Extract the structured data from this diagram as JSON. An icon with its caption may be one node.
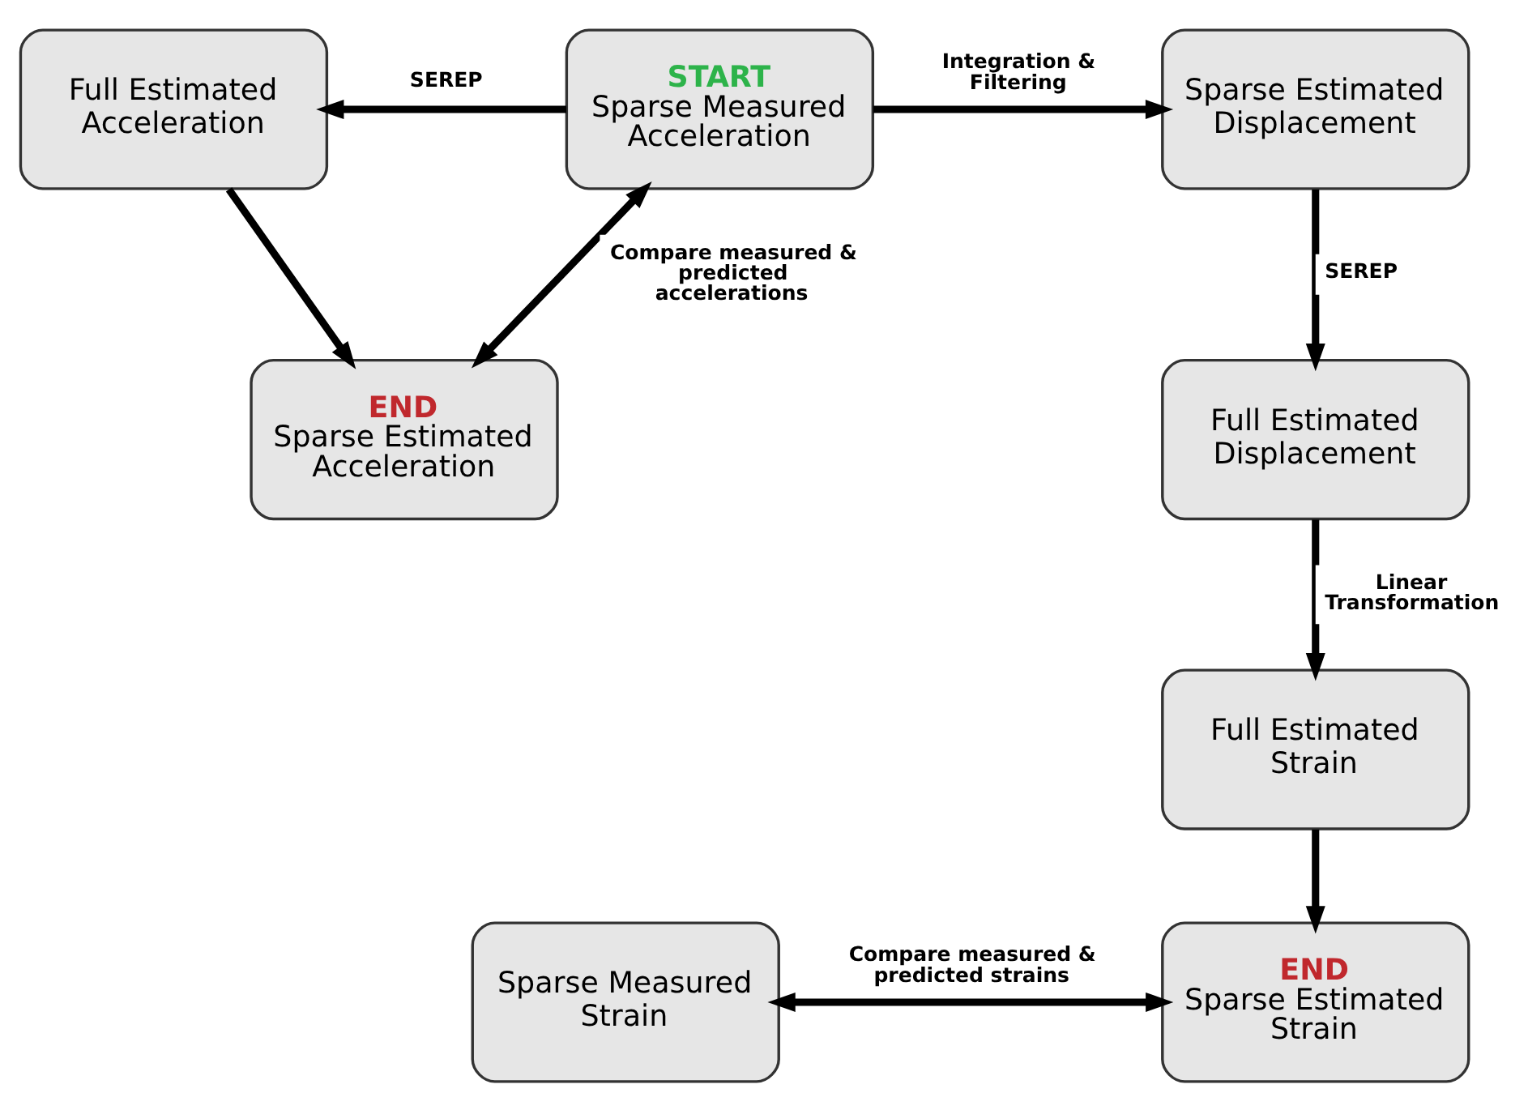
{
  "diagram": {
    "nodes": [
      {
        "text": [
          "Full Estimated Acceleration"
        ]
      },
      {
        "text": [
          "START",
          "Sparse Measured Acceleration"
        ]
      },
      {
        "text": [
          "Sparse Estimated Displacement"
        ]
      },
      {
        "text": [
          "END",
          "Sparse Estimated Acceleration"
        ]
      },
      {
        "text": [
          "Full Estimated Displacement"
        ]
      },
      {
        "text": [
          "Full Estimated Strain"
        ]
      },
      {
        "text": [
          "Sparse Measured Strain"
        ]
      },
      {
        "text": [
          "END",
          "Sparse Estimated Strain"
        ]
      }
    ],
    "edges": [
      {
        "from": 1,
        "to": 0,
        "arrow": "to",
        "label": "SEREP"
      },
      {
        "from": 1,
        "to": 2,
        "arrow": "to",
        "label": "Integration & Filtering"
      },
      {
        "from": 0,
        "to": 3,
        "arrow": "to"
      },
      {
        "from": 3,
        "to": 1,
        "arrow": "both",
        "label": "Compare measured & predicted accelerations"
      },
      {
        "from": 2,
        "to": 4,
        "arrow": "to",
        "label": "SEREP"
      },
      {
        "from": 4,
        "to": 5,
        "arrow": "to",
        "label": "Linear Transformation"
      },
      {
        "from": 5,
        "to": 7,
        "arrow": "to"
      },
      {
        "from": 6,
        "to": 7,
        "arrow": "both",
        "label": "Compare measured & predicted strains"
      }
    ]
  }
}
